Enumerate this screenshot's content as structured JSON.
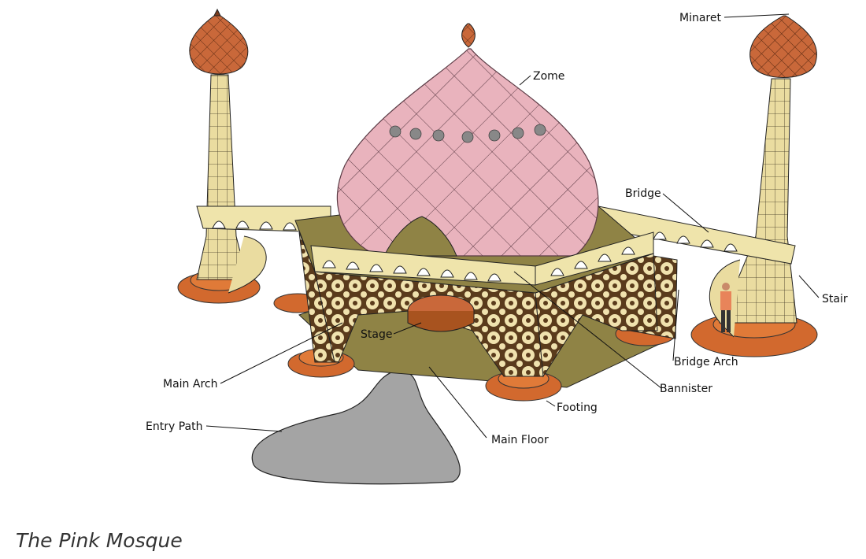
{
  "caption": "The Pink Mosque",
  "colors": {
    "dome": "#e9b3bd",
    "dome_line": "#5a3a44",
    "onion": "#c9683a",
    "tower": "#eadca0",
    "lattice": "#f0e2ae",
    "lattice_dark": "#5a3b1c",
    "footing": "#d2692e",
    "floor": "#8f8345",
    "path": "#a4a4a4",
    "bannister": "#efe4ab"
  },
  "labels": {
    "minaret": "Minaret",
    "zome": "Zome",
    "bridge": "Bridge",
    "stair": "Stair",
    "stage": "Stage",
    "bridge_arch": "Bridge Arch",
    "main_arch": "Main Arch",
    "bannister": "Bannister",
    "footing": "Footing",
    "entry_path": "Entry Path",
    "main_floor": "Main Floor"
  }
}
